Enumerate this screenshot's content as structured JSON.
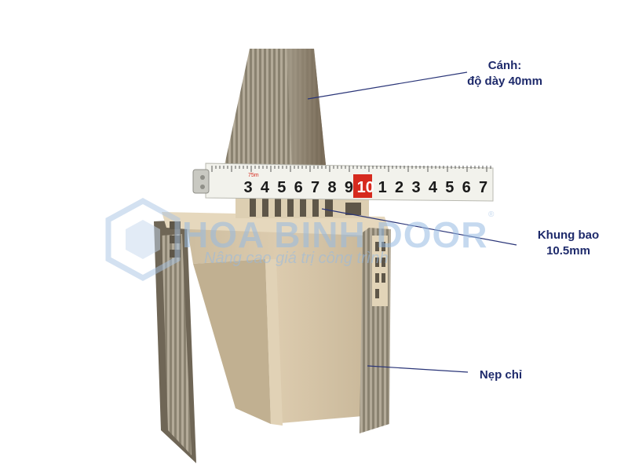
{
  "callouts": {
    "canh_title": "Cánh:",
    "canh_detail": "độ dày 40mm",
    "khung_title": "Khung bao",
    "khung_detail": "10.5mm",
    "nep": "Nẹp chỉ"
  },
  "tape": {
    "unit_mark": "75m",
    "digits": [
      "3",
      "4",
      "5",
      "6",
      "7",
      "8",
      "9",
      "10",
      "1",
      "2",
      "3",
      "4",
      "5",
      "6",
      "7"
    ],
    "highlight_digit": "10"
  },
  "watermark": {
    "brand": "HOA BINH DOOR",
    "slogan": "Nâng cao giá trị công trình",
    "reg": "®"
  },
  "colors": {
    "label_text": "#1e2a6b",
    "leader_line": "#2a3578",
    "profile_face": "#d8c7a8",
    "profile_edge": "#8f8676",
    "door_leaf": "#9c9280",
    "tape_body": "#f2f2ec",
    "tape_highlight": "#d62a1e",
    "watermark": "#a9c4e4"
  }
}
